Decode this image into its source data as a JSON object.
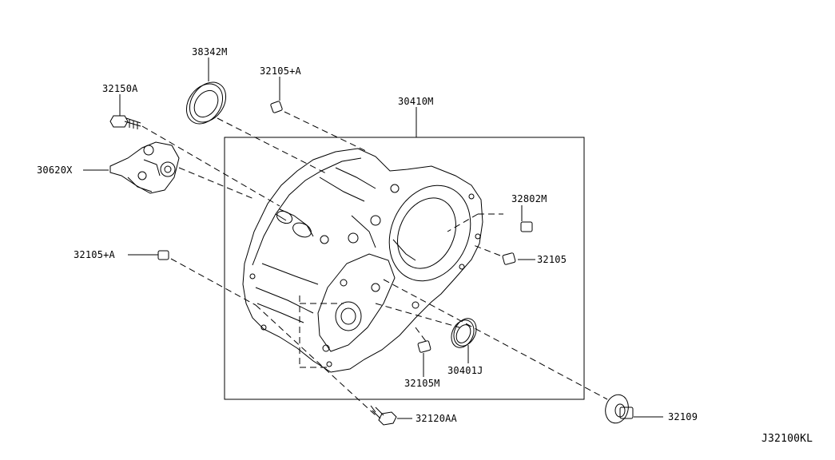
{
  "labels": {
    "l38342M": "38342M",
    "l32105A_top": "32105+A",
    "l32150A": "32150A",
    "l30410M": "30410M",
    "l30620X": "30620X",
    "l32802M": "32802M",
    "l32105A_left": "32105+A",
    "l32105": "32105",
    "l30401J": "30401J",
    "l32105M": "32105M",
    "l32120AA": "32120AA",
    "l32109": "32109"
  },
  "diagram_code": "J32100KL",
  "colors": {
    "line": "#000000",
    "background": "#ffffff"
  }
}
